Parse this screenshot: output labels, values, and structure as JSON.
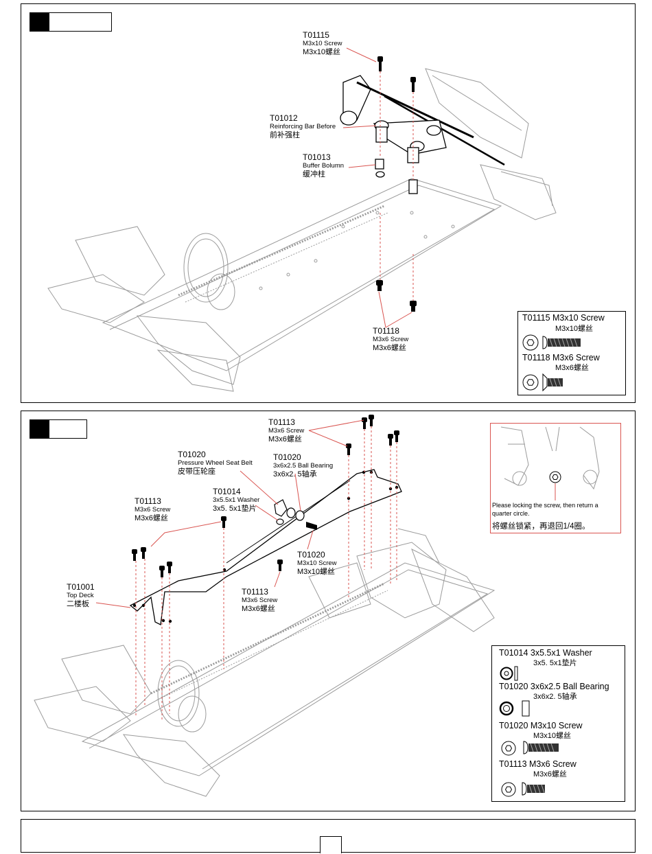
{
  "step1": {
    "callouts": [
      {
        "code": "T01115",
        "en": "M3x10 Screw",
        "cn": "M3x10螺丝"
      },
      {
        "code": "T01012",
        "en": "Reinforcing Bar Before",
        "cn": "前补强柱"
      },
      {
        "code": "T01013",
        "en": "Buffer Bolumn",
        "cn": "缓冲柱"
      },
      {
        "code": "T01118",
        "en": "M3x6 Screw",
        "cn": "M3x6螺丝"
      }
    ],
    "legend": [
      {
        "title": "T01115 M3x10 Screw",
        "sub": "M3x10螺丝"
      },
      {
        "title": "T01118 M3x6 Screw",
        "sub": "M3x6螺丝"
      }
    ]
  },
  "step2": {
    "callouts": [
      {
        "code": "T01113",
        "en": "M3x6 Screw",
        "cn": "M3x6螺丝"
      },
      {
        "code": "T01020",
        "en": "Pressure Wheel Seat Belt",
        "cn": "皮带压轮座"
      },
      {
        "code": "T01020",
        "en": "3x6x2.5 Ball Bearing",
        "cn": "3x6x2. 5轴承"
      },
      {
        "code": "T01113",
        "en": "M3x6 Screw",
        "cn": "M3x6螺丝"
      },
      {
        "code": "T01014",
        "en": "3x5.5x1 Washer",
        "cn": "3x5. 5x1垫片"
      },
      {
        "code": "T01020",
        "en": "M3x10 Screw",
        "cn": "M3x10螺丝"
      },
      {
        "code": "T01001",
        "en": "Top Deck",
        "cn": "二楼板"
      },
      {
        "code": "T01113",
        "en": "M3x6 Screw",
        "cn": "M3x6螺丝"
      }
    ],
    "note": {
      "en_line1": "Please locking the screw, then return a",
      "en_line2": "quarter  circle.",
      "cn": "将螺丝锁紧，再退回1/4圈。"
    },
    "legend": [
      {
        "title": "T01014 3x5.5x1 Washer",
        "sub": "3x5. 5x1垫片"
      },
      {
        "title": "T01020 3x6x2.5 Ball Bearing",
        "sub": "3x6x2. 5轴承"
      },
      {
        "title": "T01020 M3x10 Screw",
        "sub": "M3x10螺丝"
      },
      {
        "title": "T01113 M3x6 Screw",
        "sub": "M3x6螺丝"
      }
    ]
  },
  "colors": {
    "leader": "#d9534f",
    "drawing": "#9a9a9a",
    "ink": "#000000"
  },
  "icons": [
    "hex-socket-icon",
    "button-screw-icon",
    "countersunk-screw-icon",
    "washer-icon",
    "ball-bearing-icon"
  ]
}
